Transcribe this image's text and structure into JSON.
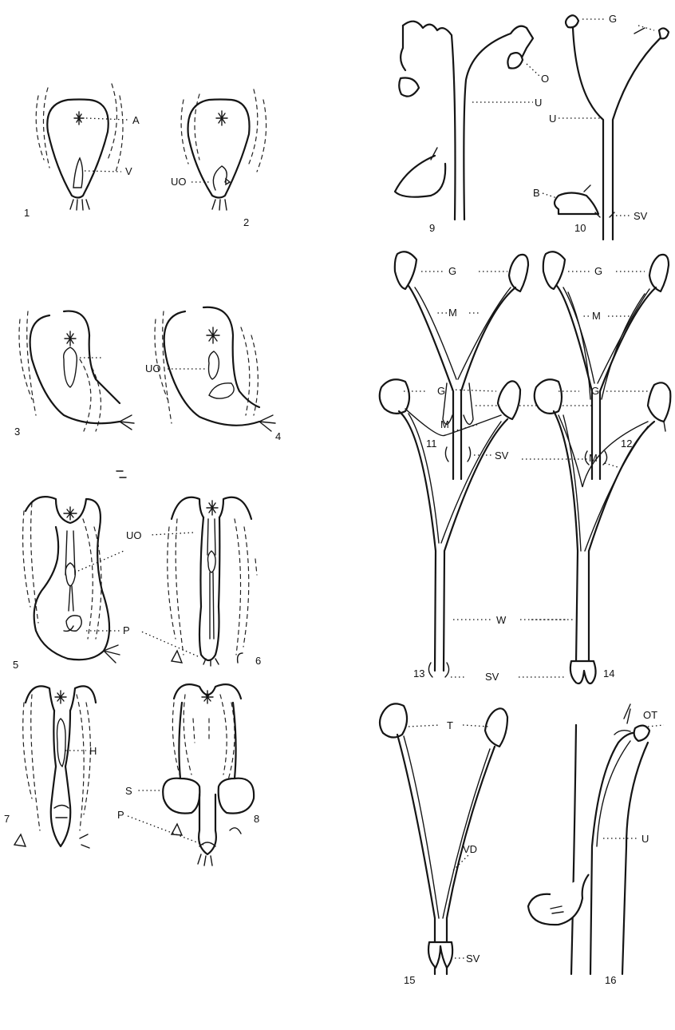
{
  "labels": {
    "A": "A",
    "V": "V",
    "UO": "UO",
    "P": "P",
    "H": "H",
    "S": "S",
    "O": "O",
    "U": "U",
    "B": "B",
    "SV": "SV",
    "G": "G",
    "M": "M",
    "W": "W",
    "T": "T",
    "VD": "VD",
    "OT": "OT"
  },
  "figure_numbers": {
    "f1": "1",
    "f2": "2",
    "f3": "3",
    "f4": "4",
    "f5": "5",
    "f6": "6",
    "f7": "7",
    "f8": "8",
    "f9": "9",
    "f10": "10",
    "f11": "11",
    "f12": "12",
    "f13": "13",
    "f14": "14",
    "f15": "15",
    "f16": "16"
  }
}
